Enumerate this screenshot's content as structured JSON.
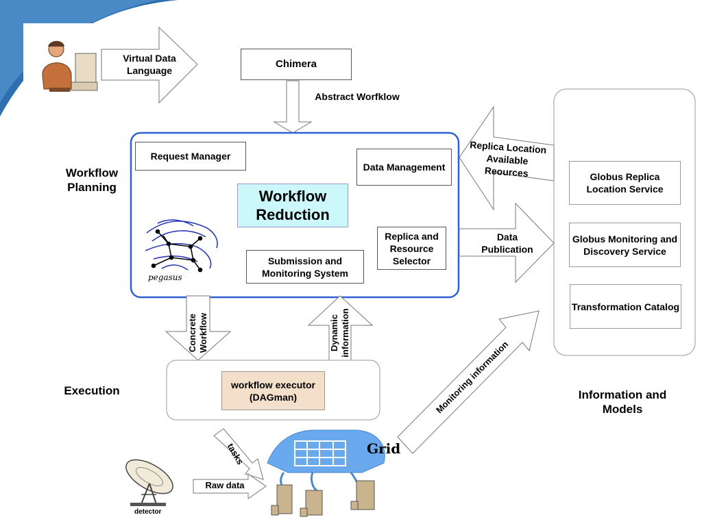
{
  "inputs": {
    "vdl_label": "Virtual Data Language",
    "chimera": "Chimera",
    "abstract_workflow": "Abstract Worfklow"
  },
  "planning": {
    "section_label": "Workflow Planning",
    "request_manager": "Request Manager",
    "data_management": "Data Management",
    "workflow_reduction": "Workflow Reduction",
    "replica_resource_selector": "Replica and Resource Selector",
    "submission_monitoring": "Submission  and Monitoring System",
    "pegasus_logo_text": "pegasus"
  },
  "arrows": {
    "replica_location": "Replica Location Available Reources",
    "data_publication": "Data Publication",
    "concrete_workflow": "Concrete Workflow",
    "dynamic_information": "Dynamic information",
    "monitoring_information": "Monitoring information",
    "tasks": "tasks",
    "raw_data": "Raw data"
  },
  "execution": {
    "section_label": "Execution",
    "executor": "workflow executor (DAGman)"
  },
  "information": {
    "section_label": "Information and Models",
    "services": [
      "Globus Replica Location Service",
      "Globus Monitoring and Discovery Service",
      "Transformation Catalog"
    ]
  },
  "grid": {
    "label": "Grid",
    "detector_label": "detector"
  },
  "colors": {
    "planning_border": "#2f5fd0",
    "reduction_fill": "#ccf7fb",
    "executor_fill": "#f4dfcb",
    "grid_blue": "#6aa9ee",
    "corner_blue": "#2e6fb0"
  }
}
